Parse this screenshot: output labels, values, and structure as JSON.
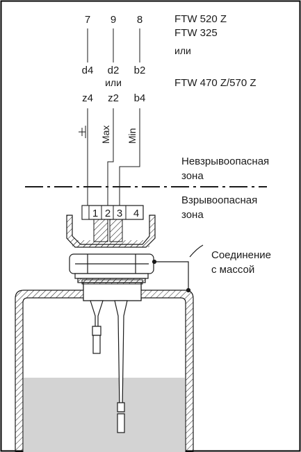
{
  "header": {
    "pins_top": [
      "7",
      "9",
      "8"
    ],
    "pins_mid": [
      "d4",
      "d2",
      "b2"
    ],
    "or_mid": "или",
    "pins_bot": [
      "z4",
      "z2",
      "b4"
    ],
    "max_label": "Max",
    "min_label": "Min",
    "device_line1": "FTW 520 Z",
    "device_line2": "FTW 325",
    "device_or": "или",
    "device_line3": "FTW 470 Z/570 Z"
  },
  "zones": {
    "safe_line1": "Невзрывоопасная",
    "safe_line2": "зона",
    "hazard_line1": "Взрывоопасная",
    "hazard_line2": "зона"
  },
  "terminals": [
    "1",
    "2",
    "3",
    "4"
  ],
  "ground": {
    "line1": "Соединение",
    "line2": "с массой"
  },
  "colors": {
    "ink": "#1a1a1a",
    "liquid": "#d3d3d3",
    "frame": "#000000"
  }
}
